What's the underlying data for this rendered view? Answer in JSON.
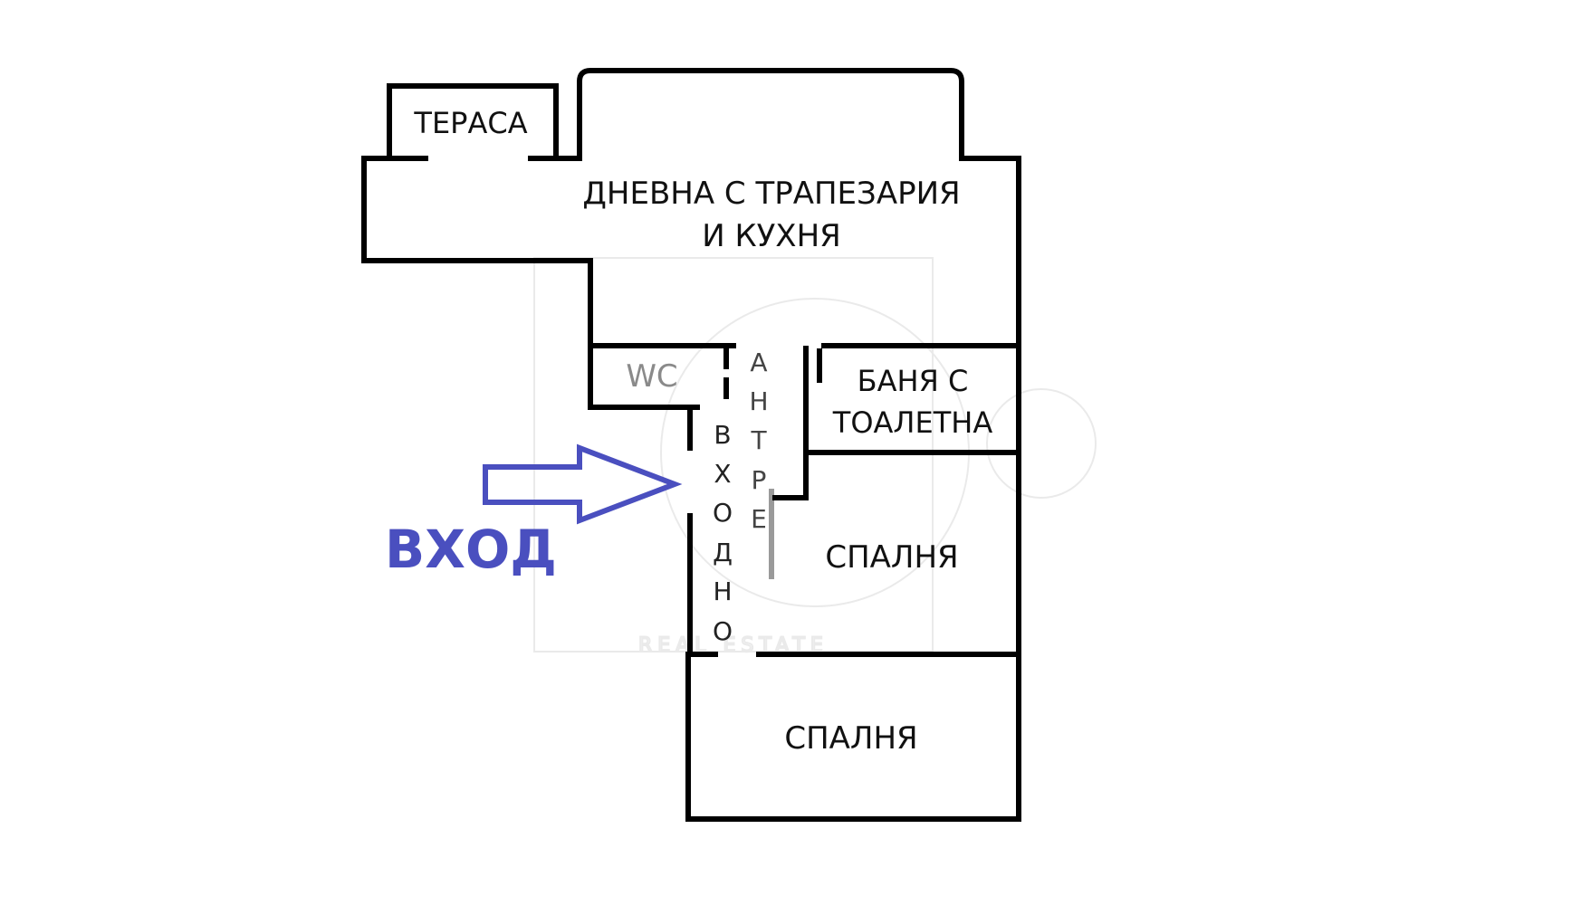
{
  "rooms": {
    "terrace": "ТЕРАСА",
    "living_line1": "ДНЕВНА С ТРАПЕЗАРИЯ",
    "living_line2": "И КУХНЯ",
    "wc": "WC",
    "bath_line1": "БАНЯ С",
    "bath_line2": "ТОАЛЕТНА",
    "bedroom_upper": "СПАЛНЯ",
    "bedroom_lower": "СПАЛНЯ"
  },
  "vertical_labels": {
    "antre": [
      "А",
      "Н",
      "Т",
      "Р",
      "Е"
    ],
    "vhodno": [
      "В",
      "Х",
      "О",
      "Д",
      "Н",
      "О"
    ]
  },
  "entry": {
    "label": "ВХОД",
    "color": "#4a4fbf"
  },
  "watermark": {
    "text": "REAL ESTATE"
  }
}
